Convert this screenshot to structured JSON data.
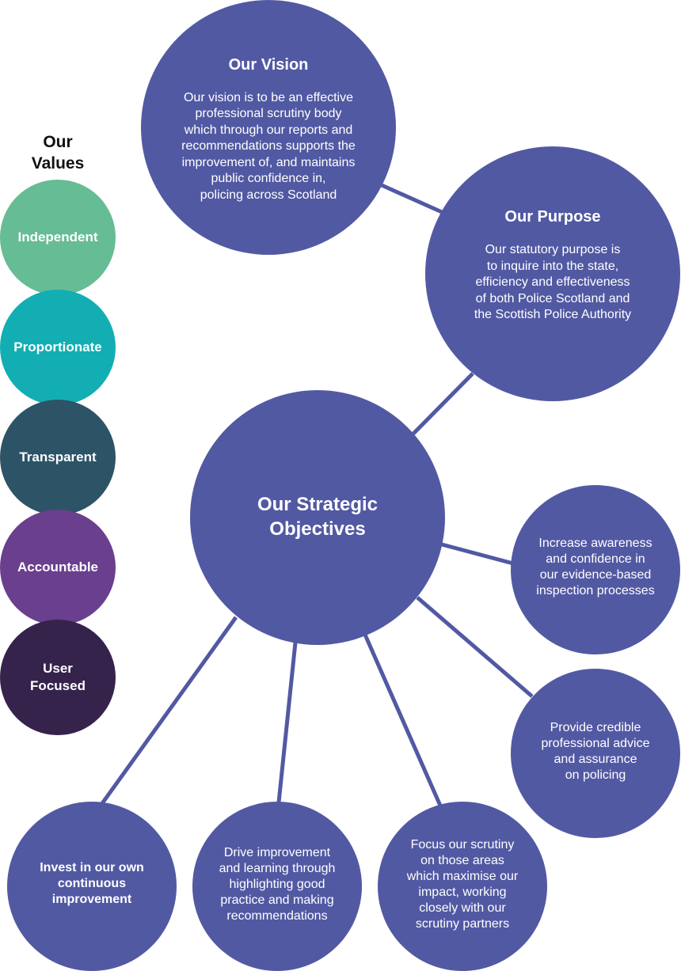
{
  "values": {
    "heading": "Our\nValues",
    "items": [
      {
        "label": "Independent",
        "color": "#66bc94"
      },
      {
        "label": "Proportionate",
        "color": "#12aeb3"
      },
      {
        "label": "Transparent",
        "color": "#2d5367"
      },
      {
        "label": "Accountable",
        "color": "#6a3f8e"
      },
      {
        "label": "User\nFocused",
        "color": "#35234c"
      }
    ]
  },
  "vision": {
    "title": "Our Vision",
    "body": "Our vision is to be an effective\nprofessional scrutiny body\nwhich through our reports and\nrecommendations supports the\nimprovement of, and maintains\npublic confidence in,\npolicing across Scotland"
  },
  "purpose": {
    "title": "Our Purpose",
    "body": "Our statutory purpose is\nto inquire into the state,\nefficiency and effectiveness\nof both Police Scotland and\nthe Scottish Police Authority"
  },
  "strategic": {
    "title": "Our Strategic\nObjectives"
  },
  "objectives": {
    "awareness": "Increase awareness\nand confidence in\nour evidence-based\ninspection processes",
    "advice": "Provide credible\nprofessional advice\nand assurance\non policing",
    "focus": "Focus our scrutiny\non those areas\nwhich maximise our\nimpact, working\nclosely with our\nscrutiny partners",
    "drive": "Drive improvement\nand learning through\nhighlighting good\npractice and making\nrecommendations",
    "invest": "Invest in our own\ncontinuous\nimprovement"
  },
  "colors": {
    "node": "#5259a3",
    "connector": "#5259a3"
  }
}
